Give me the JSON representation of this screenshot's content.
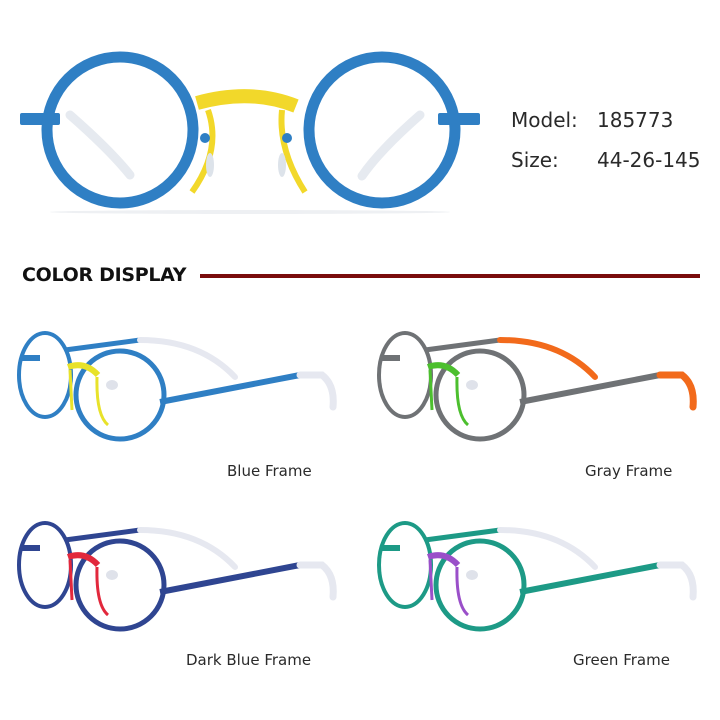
{
  "product": {
    "model_label": "Model:",
    "model_value": "185773",
    "size_label": "Size:",
    "size_value": "44-26-145",
    "hero_frame_color": "#2f7fc4",
    "hero_bridge_color": "#f2d82a",
    "hero_temple_color": "#e8ecf2"
  },
  "section": {
    "title": "COLOR DISPLAY",
    "rule_color": "#7a0c0c"
  },
  "variants": [
    {
      "label": "Blue Frame",
      "frame_color": "#2f7fc4",
      "bridge_color": "#e8e22a",
      "tip_color": "#e6e8f0"
    },
    {
      "label": "Gray Frame",
      "frame_color": "#6f7275",
      "bridge_color": "#4cbf2e",
      "tip_color": "#f26a1b"
    },
    {
      "label": "Dark Blue Frame",
      "frame_color": "#2f4591",
      "bridge_color": "#e2283c",
      "tip_color": "#e6e8f0"
    },
    {
      "label": "Green Frame",
      "frame_color": "#1d9a86",
      "bridge_color": "#9a4fc9",
      "tip_color": "#e6e8f0"
    }
  ]
}
